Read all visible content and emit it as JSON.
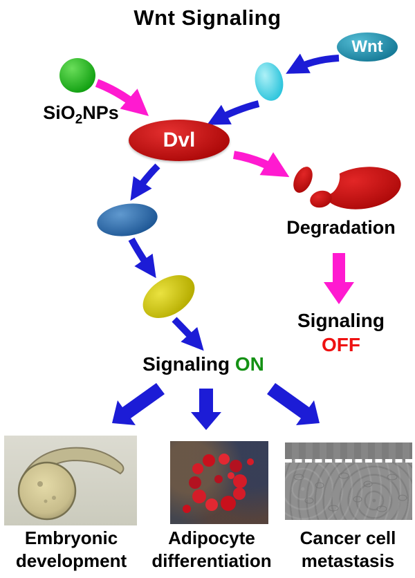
{
  "title": "Wnt Signaling",
  "nodes": {
    "wnt": {
      "label": "Wnt"
    },
    "sio2": {
      "prefix": "SiO",
      "sub": "2",
      "suffix": "NPs"
    },
    "dvl": {
      "label": "Dvl"
    },
    "degradation": {
      "label": "Degradation"
    }
  },
  "signaling_on": {
    "word": "Signaling",
    "state": "ON"
  },
  "signaling_off": {
    "word": "Signaling",
    "state": "OFF"
  },
  "outcomes": [
    {
      "line1": "Embryonic",
      "line2": "development"
    },
    {
      "line1": "Adipocyte",
      "line2": "differentiation"
    },
    {
      "line1": "Cancer cell",
      "line2": "metastasis"
    }
  ],
  "colors": {
    "arrow-blue": "#1c1cd6",
    "arrow-magenta": "#ff1ad0",
    "wnt-teal": "#1f95b4",
    "receptor-cyan": "#3fd6e8",
    "np-green": "#1db41d",
    "dvl-red": "#c50e0e",
    "intermediate-blue": "#2e6cb2",
    "intermediate-yellow": "#d4ce00",
    "degradation-red": "#c81212",
    "on-green": "#149114",
    "off-red": "#ee1111"
  }
}
